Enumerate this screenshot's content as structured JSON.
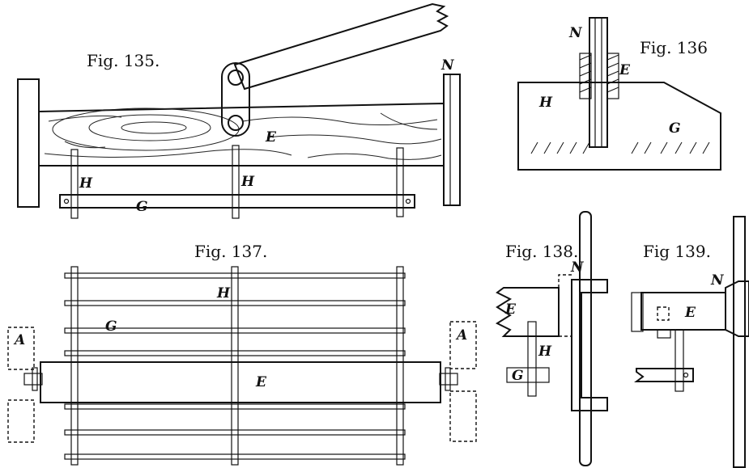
{
  "figures": {
    "fig135": {
      "caption": "Fig. 135.",
      "labels": {
        "N": "N",
        "E": "E",
        "H1": "H",
        "H2": "H",
        "G": "G"
      }
    },
    "fig136": {
      "caption": "Fig. 136",
      "labels": {
        "N": "N",
        "E": "E",
        "H": "H",
        "G": "G"
      }
    },
    "fig137": {
      "caption": "Fig. 137.",
      "labels": {
        "H": "H",
        "G": "G",
        "E": "E",
        "A_left": "A",
        "A_right": "A"
      }
    },
    "fig138": {
      "caption": "Fig. 138.",
      "labels": {
        "N": "N",
        "E": "E",
        "H": "H",
        "G": "G"
      }
    },
    "fig139": {
      "caption": "Fig 139.",
      "labels": {
        "N": "N",
        "E": "E"
      }
    }
  }
}
